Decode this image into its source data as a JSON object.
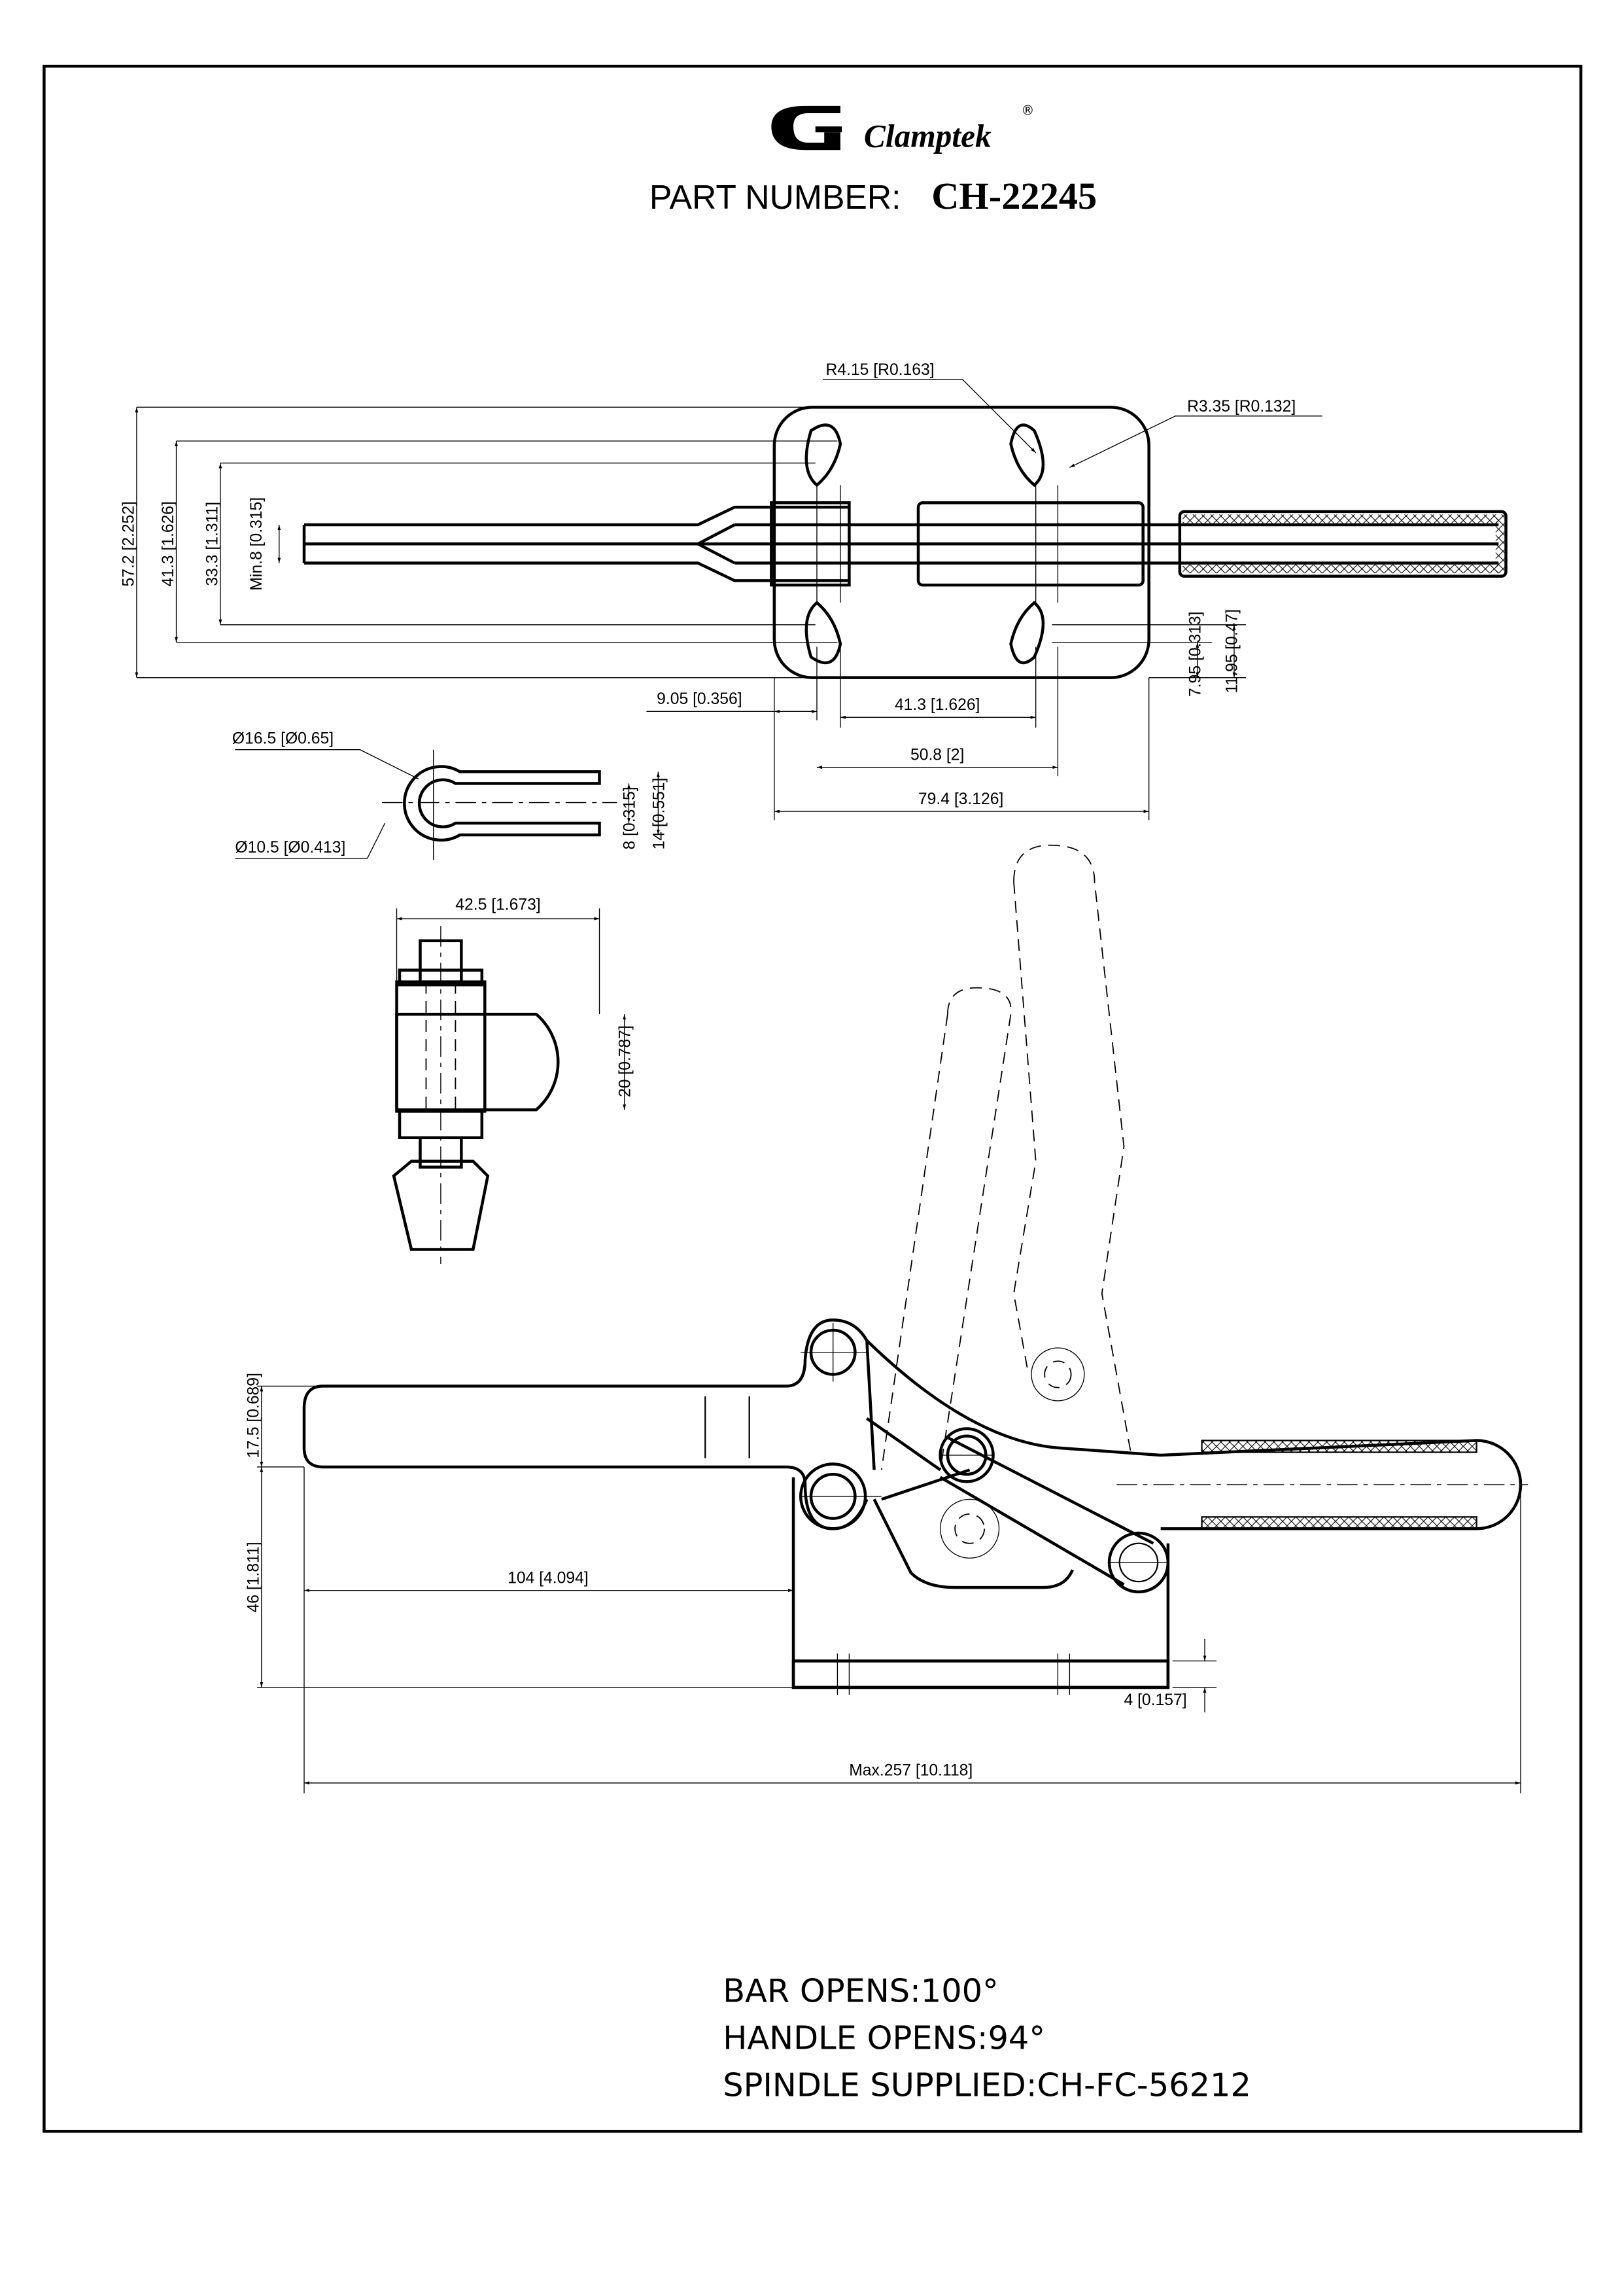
{
  "header": {
    "brand": "Clamptek",
    "registered": "®",
    "part_label": "PART NUMBER:",
    "part_number": "CH-22245"
  },
  "top_view": {
    "r_slot_large": "R4.15 [R0.163]",
    "r_slot_small": "R3.35 [R0.132]",
    "height_overall": "57.2 [2.252]",
    "hole_spacing_outer": "41.3 [1.626]",
    "hole_spacing_inner": "33.3 [1.311]",
    "bar_min": "Min.8 [0.315]",
    "edge_offset_small": "7.95 [0.313]",
    "edge_offset_large": "11.95 [0.47]",
    "edge_left": "9.05 [0.356]",
    "hole_pitch_inner": "41.3 [1.626]",
    "hole_pitch_outer": "50.8 [2]",
    "base_width": "79.4 [3.126]"
  },
  "clip_view": {
    "outer_dia": "Ø16.5 [Ø0.65]",
    "inner_dia": "Ø10.5 [Ø0.413]",
    "slot_width": "8 [0.315]",
    "overall_width": "14 [0.551]"
  },
  "spindle_view": {
    "length": "42.5 [1.673]",
    "height": "20 [0.787]"
  },
  "side_view": {
    "bar_height": "17.5 [0.689]",
    "pivot_height": "46 [1.811]",
    "bar_reach": "104 [4.094]",
    "base_thickness": "4 [0.157]",
    "overall_length": "Max.257 [10.118]"
  },
  "notes": [
    "BAR OPENS:100°",
    "HANDLE OPENS:94°",
    "SPINDLE SUPPLIED:CH-FC-56212"
  ]
}
